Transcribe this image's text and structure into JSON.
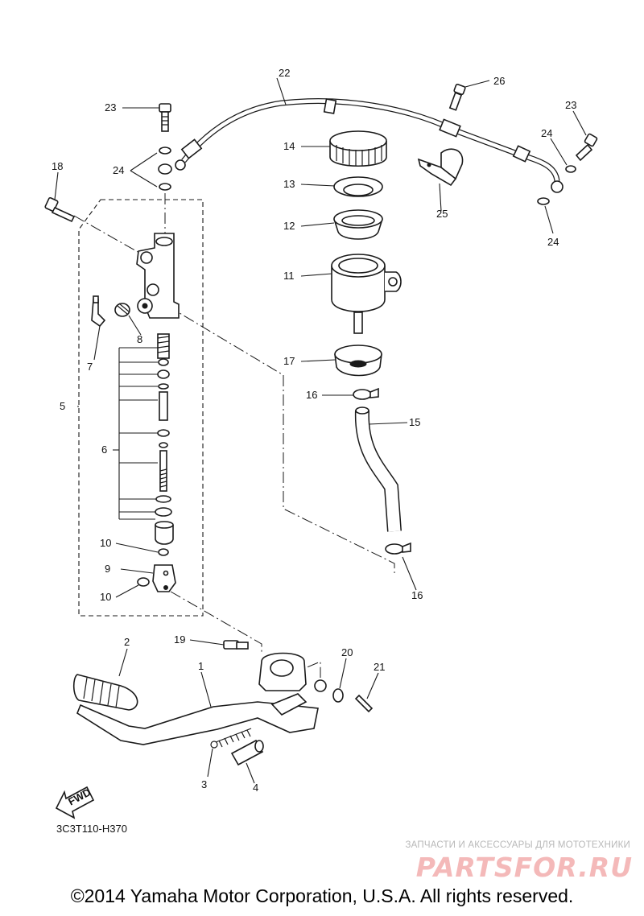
{
  "diagram": {
    "callouts": {
      "p1": "1",
      "p2": "2",
      "p3": "3",
      "p4": "4",
      "p5": "5",
      "p6": "6",
      "p7": "7",
      "p8": "8",
      "p9": "9",
      "p10a": "10",
      "p10b": "10",
      "p11": "11",
      "p12": "12",
      "p13": "13",
      "p14": "14",
      "p15": "15",
      "p16a": "16",
      "p16b": "16",
      "p17": "17",
      "p18": "18",
      "p19": "19",
      "p20": "20",
      "p21": "21",
      "p22": "22",
      "p23a": "23",
      "p23b": "23",
      "p24a": "24",
      "p24b": "24",
      "p24c": "24",
      "p25": "25",
      "p26": "26"
    },
    "fwd_label": "FWD",
    "drawing_code": "3C3T110-H370"
  },
  "watermark": {
    "tagline": "ЗАПЧАСТИ И АКСЕССУАРЫ ДЛЯ МОТОТЕХНИКИ",
    "logo": "PARTSFOR.RU",
    "color": "#f4b9b9"
  },
  "footer": {
    "copyright": "©2014 Yamaha Motor Corporation, U.S.A. All rights reserved."
  }
}
